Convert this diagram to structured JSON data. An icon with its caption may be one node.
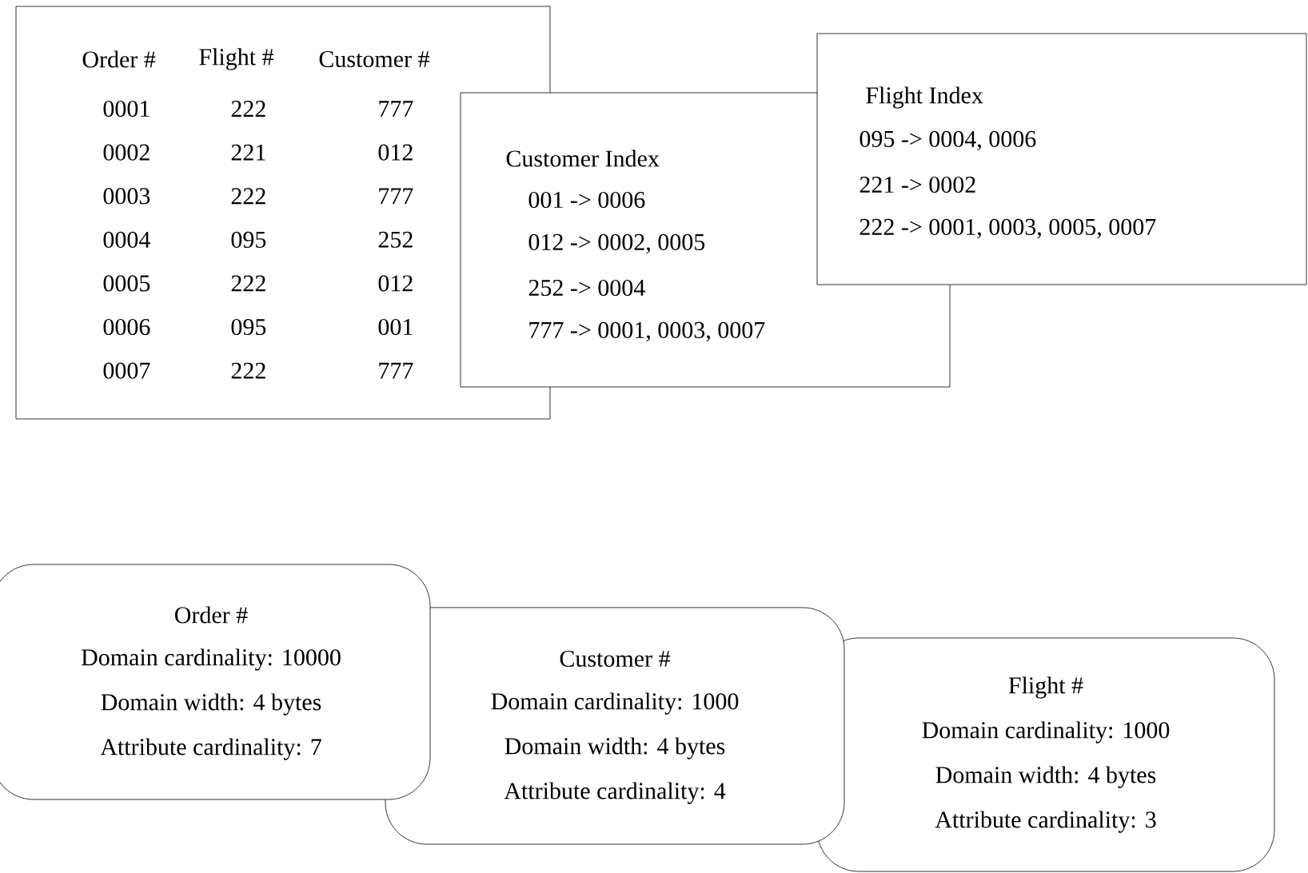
{
  "diagram": {
    "nodes": [
      {
        "text": [
          "Order #",
          "Flight #",
          "Customer #",
          "0001",
          "222",
          "777",
          "0002",
          "221",
          "012",
          "0003",
          "222",
          "777",
          "0004",
          "095",
          "252",
          "0005",
          "222",
          "012",
          "0006",
          "095",
          "001",
          "0007",
          "222",
          "777"
        ]
      },
      {
        "text": [
          "Customer Index",
          "001 -> 0006",
          "012 -> 0002, 0005",
          "252 -> 0004",
          "777 -> 0001, 0003, 0007"
        ]
      },
      {
        "text": [
          "Flight Index",
          "095 -> 0004, 0006",
          "221 -> 0002",
          "222 -> 0001, 0003, 0005, 0007"
        ]
      },
      {
        "text": [
          "Order #",
          "Domain cardinality: 10000",
          "Domain width: 4 bytes",
          "Attribute cardinality: 7"
        ]
      },
      {
        "text": [
          "Customer #",
          "Domain cardinality: 1000",
          "Domain width: 4 bytes",
          "Attribute cardinality: 4"
        ]
      },
      {
        "text": [
          "Flight #",
          "Domain cardinality: 1000",
          "Domain width: 4 bytes",
          "Attribute cardinality: 3"
        ]
      }
    ],
    "edges": []
  }
}
